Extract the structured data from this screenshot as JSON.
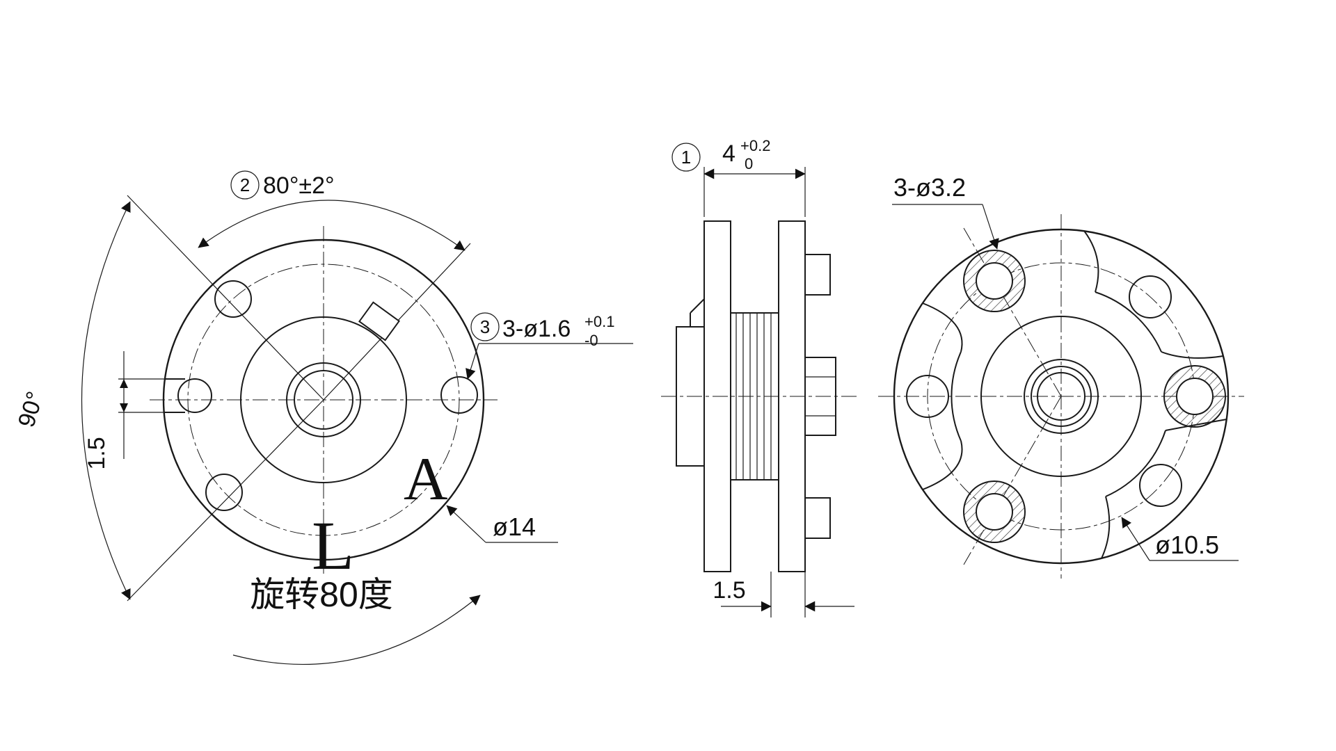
{
  "front_view": {
    "balloon_2": "2",
    "angle_tolerance_label": "80°±2°",
    "angle_90_label": "90°",
    "slot_width_label": "1.5",
    "balloon_3": "3",
    "holes_label": "3-ø1.6",
    "holes_tol_upper": "+0.1",
    "holes_tol_lower": "-0",
    "outer_dia_label": "ø14",
    "rotation_note": "旋转80度",
    "mark_l": "L",
    "mark_a": "A"
  },
  "side_view": {
    "balloon_1": "1",
    "width_label": "4",
    "width_tol_upper": "+0.2",
    "width_tol_lower": "0",
    "plate_label": "1.5"
  },
  "rear_view": {
    "holes_label": "3-ø3.2",
    "bolt_circle_label": "ø10.5"
  }
}
